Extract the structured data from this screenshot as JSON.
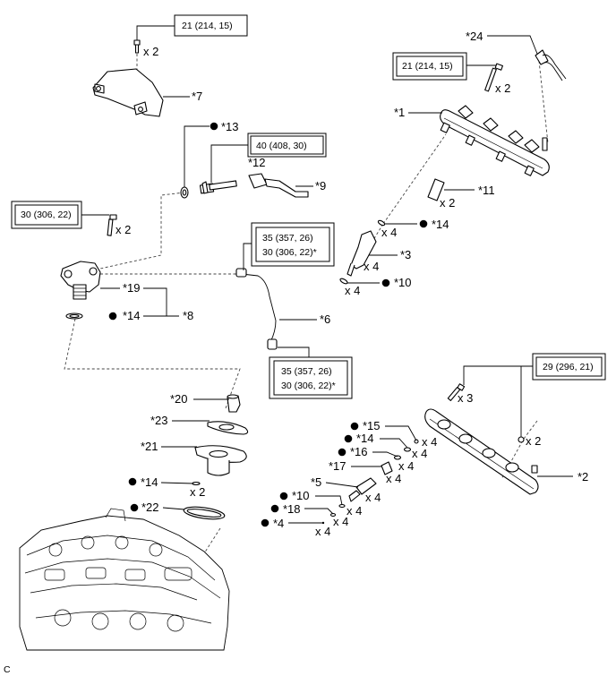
{
  "corner_mark": "C",
  "torques": {
    "t21a": "21 (214, 15)",
    "t21b": "21 (214, 15)",
    "t40": "40 (408, 30)",
    "t30": "30 (306, 22)",
    "t35a_1": "35 (357, 26)",
    "t35a_2": "30 (306, 22)*",
    "t35b_1": "35 (357, 26)",
    "t35b_2": "30 (306, 22)*",
    "t29": "29 (296, 21)"
  },
  "labels": {
    "p24": "*24",
    "p1": "*1",
    "p11": "*11",
    "p14a": "*14",
    "p3": "*3",
    "p10a": "*10",
    "p7": "*7",
    "p13": "*13",
    "p12": "*12",
    "p9": "*9",
    "p19": "*19",
    "p8": "*8",
    "p14b": "*14",
    "p6": "*6",
    "p20": "*20",
    "p23": "*23",
    "p21": "*21",
    "p14c": "*14",
    "p22": "*22",
    "p2": "*2",
    "p15": "*15",
    "p14d": "*14",
    "p16": "*16",
    "p17": "*17",
    "p5": "*5",
    "p10b": "*10",
    "p18": "*18",
    "p4": "*4"
  },
  "quantities": {
    "q_bolt7": "x 2",
    "q_bolt1": "x 2",
    "q_p11": "x 2",
    "q_p14a": "x 4",
    "q_p3": "x 4",
    "q_p10a": "x 4",
    "q_bolt19": "x 2",
    "q_p14c": "x 2",
    "q_bolt2": "x 3",
    "q_p2": "x 2",
    "q_p15": "x 4",
    "q_p14d": "x 4",
    "q_p16": "x 4",
    "q_p17": "x 4",
    "q_p17b": "x 4",
    "q_p10b": "x 4",
    "q_p18": "x 4",
    "q_p4": "x 4"
  }
}
